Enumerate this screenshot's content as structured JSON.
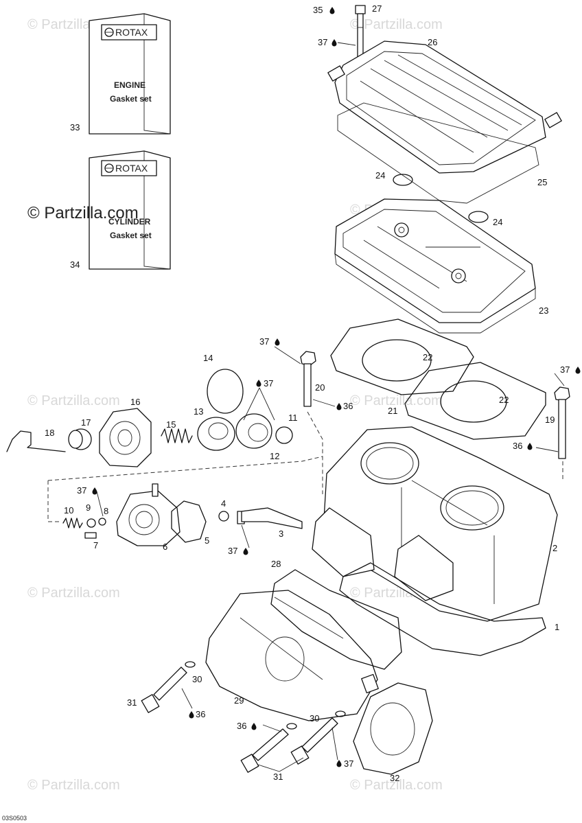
{
  "watermark": {
    "main": "© Partzilla.com",
    "faint": "© Partzilla.com"
  },
  "gasket_boxes": [
    {
      "brand": "ROTAX",
      "title_line1": "ENGINE",
      "title_line2": "Gasket set",
      "ref": "33"
    },
    {
      "brand": "ROTAX",
      "title_line1": "CYLINDER",
      "title_line2": "Gasket set",
      "ref": "34"
    }
  ],
  "drawing_code": "03S0503",
  "callouts": {
    "c1": "1",
    "c2": "2",
    "c3": "3",
    "c4": "4",
    "c5": "5",
    "c6": "6",
    "c7": "7",
    "c8": "8",
    "c9": "9",
    "c10": "10",
    "c11": "11",
    "c12": "12",
    "c13": "13",
    "c14": "14",
    "c15": "15",
    "c16": "16",
    "c17": "17",
    "c18": "18",
    "c19": "19",
    "c20": "20",
    "c21": "21",
    "c22a": "22",
    "c22b": "22",
    "c23": "23",
    "c24a": "24",
    "c24b": "24",
    "c25": "25",
    "c26": "26",
    "c27": "27",
    "c28": "28",
    "c29": "29",
    "c30a": "30",
    "c30b": "30",
    "c31a": "31",
    "c31b": "31",
    "c32": "32",
    "c35": "35",
    "c37a": "37",
    "c37b": "37",
    "c37c": "37",
    "c37d": "37",
    "c37e": "37",
    "c37f": "37",
    "c37g": "37",
    "c36a": "36",
    "c36b": "36",
    "c36c": "36",
    "c36d": "36"
  },
  "icons": {
    "drop": "drop-icon"
  }
}
